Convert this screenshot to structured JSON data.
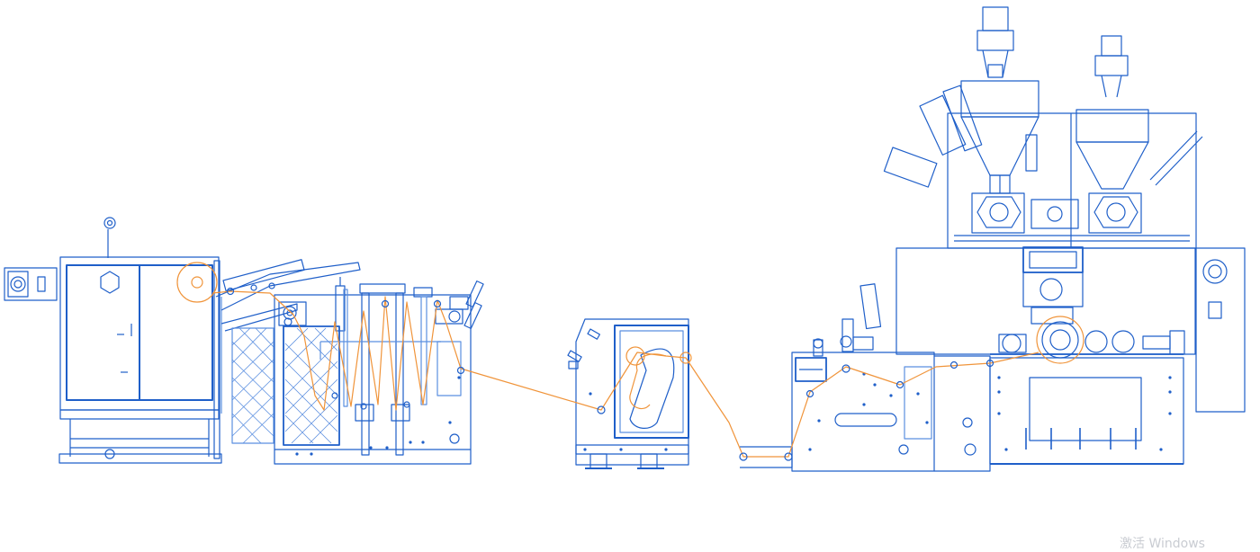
{
  "diagram": {
    "type": "machine-line-schematic",
    "colors": {
      "frame": "#1f5fc9",
      "frame_light": "#5b8fe0",
      "web_path": "#f0943a",
      "background": "#ffffff"
    },
    "sections": [
      "unwind-cabinet",
      "accumulator-frame",
      "pull-roll-stand",
      "treater-unit",
      "laminator-nip",
      "extrusion-coater"
    ]
  },
  "watermark": {
    "text": "激活 Windows"
  }
}
